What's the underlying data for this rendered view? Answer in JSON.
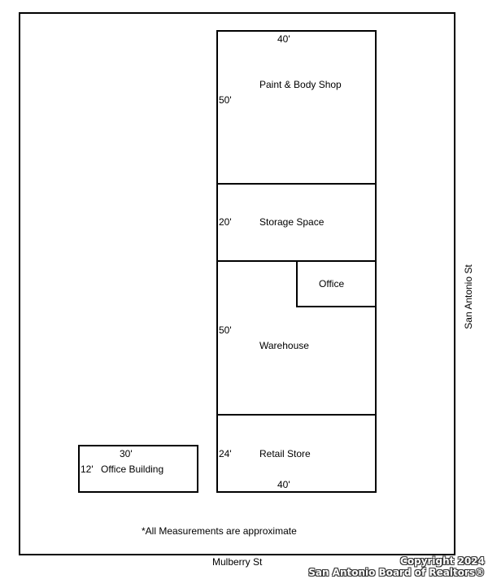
{
  "site": {
    "note": "*All Measurements are approximate",
    "street_bottom": "Mulberry St",
    "street_right": "San Antonio St"
  },
  "buildings": {
    "paint_body": {
      "name": "Paint & Body Shop",
      "width": "40'",
      "depth": "50'"
    },
    "storage": {
      "name": "Storage Space",
      "depth": "20'"
    },
    "office": {
      "name": "Office"
    },
    "warehouse": {
      "name": "Warehouse",
      "depth": "50'"
    },
    "retail": {
      "name": "Retail Store",
      "depth": "24'",
      "width": "40'"
    },
    "office_building": {
      "name": "Office Building",
      "width": "30'",
      "depth": "12'"
    }
  },
  "watermark": {
    "line1": "Copyright 2024",
    "line2": "San Antonio Board of Realtors®"
  }
}
